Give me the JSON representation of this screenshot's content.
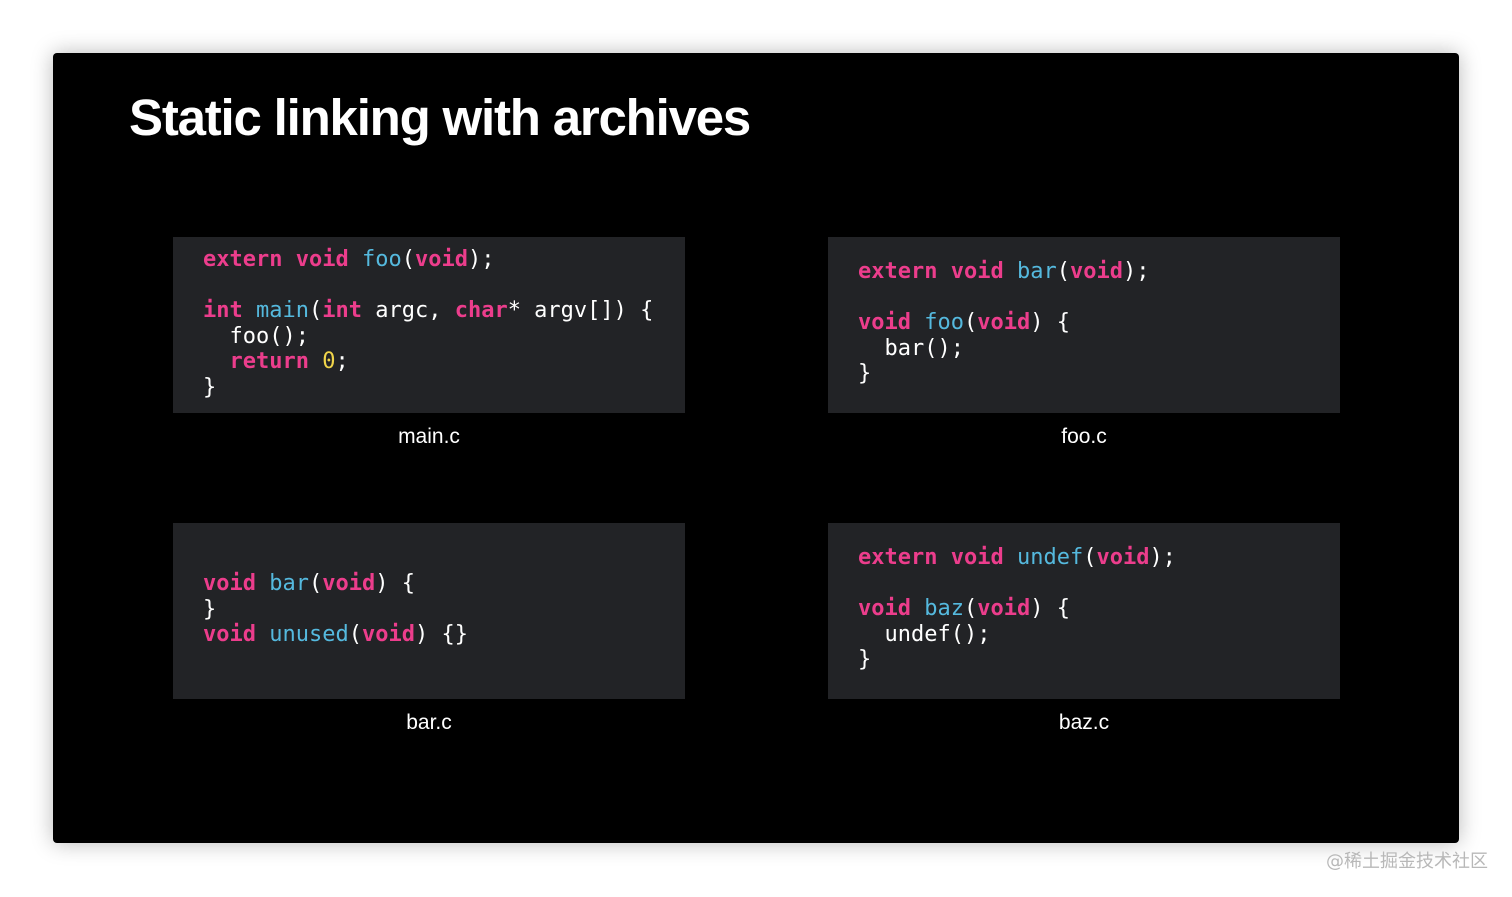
{
  "slide": {
    "title": "Static linking with archives"
  },
  "colors": {
    "background": "#000000",
    "code_box": "#222326",
    "keyword": "#ec3d8c",
    "function": "#55b9de",
    "number": "#f1d54a",
    "text": "#ffffff"
  },
  "panels": [
    {
      "caption": "main.c",
      "lines": [
        [
          {
            "t": "extern",
            "c": "kw"
          },
          {
            "t": " ",
            "c": "plain"
          },
          {
            "t": "void",
            "c": "kw"
          },
          {
            "t": " ",
            "c": "plain"
          },
          {
            "t": "foo",
            "c": "fn"
          },
          {
            "t": "(",
            "c": "plain"
          },
          {
            "t": "void",
            "c": "kw"
          },
          {
            "t": ");",
            "c": "plain"
          }
        ],
        [],
        [
          {
            "t": "int",
            "c": "kw"
          },
          {
            "t": " ",
            "c": "plain"
          },
          {
            "t": "main",
            "c": "fn"
          },
          {
            "t": "(",
            "c": "plain"
          },
          {
            "t": "int",
            "c": "kw"
          },
          {
            "t": " argc, ",
            "c": "plain"
          },
          {
            "t": "char",
            "c": "kw"
          },
          {
            "t": "* argv[]) {",
            "c": "plain"
          }
        ],
        [
          {
            "t": "  foo();",
            "c": "plain"
          }
        ],
        [
          {
            "t": "  ",
            "c": "plain"
          },
          {
            "t": "return",
            "c": "kw"
          },
          {
            "t": " ",
            "c": "plain"
          },
          {
            "t": "0",
            "c": "num"
          },
          {
            "t": ";",
            "c": "plain"
          }
        ],
        [
          {
            "t": "}",
            "c": "plain"
          }
        ]
      ]
    },
    {
      "caption": "foo.c",
      "lines": [
        [
          {
            "t": "extern",
            "c": "kw"
          },
          {
            "t": " ",
            "c": "plain"
          },
          {
            "t": "void",
            "c": "kw"
          },
          {
            "t": " ",
            "c": "plain"
          },
          {
            "t": "bar",
            "c": "fn"
          },
          {
            "t": "(",
            "c": "plain"
          },
          {
            "t": "void",
            "c": "kw"
          },
          {
            "t": ");",
            "c": "plain"
          }
        ],
        [],
        [
          {
            "t": "void",
            "c": "kw"
          },
          {
            "t": " ",
            "c": "plain"
          },
          {
            "t": "foo",
            "c": "fn"
          },
          {
            "t": "(",
            "c": "plain"
          },
          {
            "t": "void",
            "c": "kw"
          },
          {
            "t": ") {",
            "c": "plain"
          }
        ],
        [
          {
            "t": "  bar();",
            "c": "plain"
          }
        ],
        [
          {
            "t": "}",
            "c": "plain"
          }
        ]
      ]
    },
    {
      "caption": "bar.c",
      "lines": [
        [
          {
            "t": "void",
            "c": "kw"
          },
          {
            "t": " ",
            "c": "plain"
          },
          {
            "t": "bar",
            "c": "fn"
          },
          {
            "t": "(",
            "c": "plain"
          },
          {
            "t": "void",
            "c": "kw"
          },
          {
            "t": ") {",
            "c": "plain"
          }
        ],
        [
          {
            "t": "}",
            "c": "plain"
          }
        ],
        [
          {
            "t": "void",
            "c": "kw"
          },
          {
            "t": " ",
            "c": "plain"
          },
          {
            "t": "unused",
            "c": "fn"
          },
          {
            "t": "(",
            "c": "plain"
          },
          {
            "t": "void",
            "c": "kw"
          },
          {
            "t": ") {}",
            "c": "plain"
          }
        ]
      ]
    },
    {
      "caption": "baz.c",
      "lines": [
        [
          {
            "t": "extern",
            "c": "kw"
          },
          {
            "t": " ",
            "c": "plain"
          },
          {
            "t": "void",
            "c": "kw"
          },
          {
            "t": " ",
            "c": "plain"
          },
          {
            "t": "undef",
            "c": "fn"
          },
          {
            "t": "(",
            "c": "plain"
          },
          {
            "t": "void",
            "c": "kw"
          },
          {
            "t": ");",
            "c": "plain"
          }
        ],
        [],
        [
          {
            "t": "void",
            "c": "kw"
          },
          {
            "t": " ",
            "c": "plain"
          },
          {
            "t": "baz",
            "c": "fn"
          },
          {
            "t": "(",
            "c": "plain"
          },
          {
            "t": "void",
            "c": "kw"
          },
          {
            "t": ") {",
            "c": "plain"
          }
        ],
        [
          {
            "t": "  undef();",
            "c": "plain"
          }
        ],
        [
          {
            "t": "}",
            "c": "plain"
          }
        ]
      ]
    }
  ],
  "watermark": "@稀土掘金技术社区"
}
